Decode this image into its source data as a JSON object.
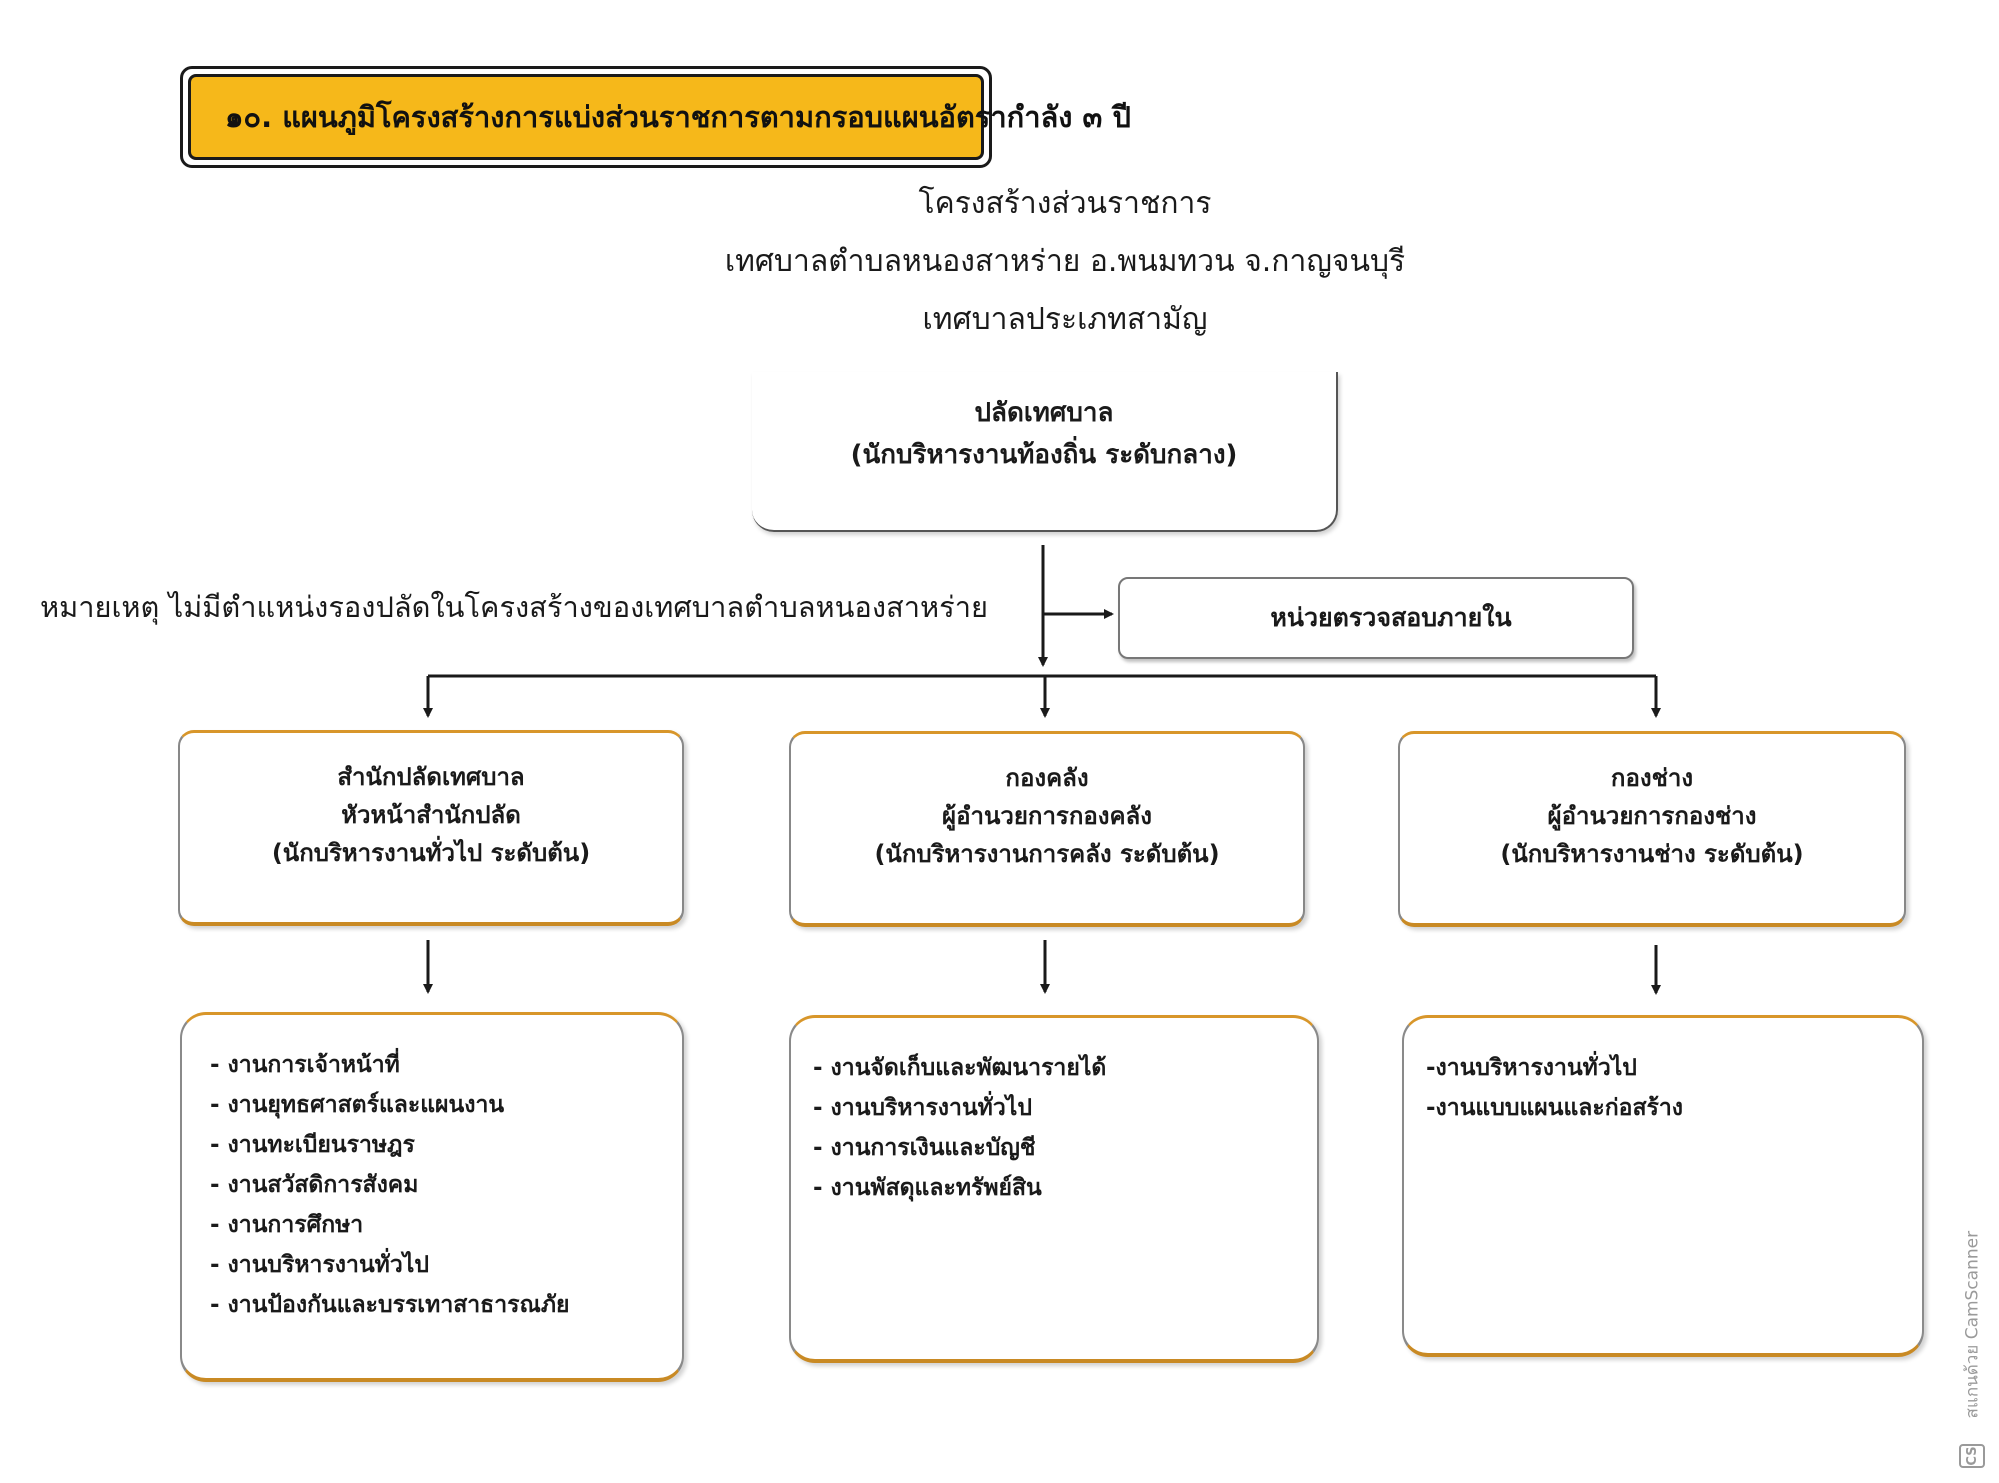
{
  "heading": "๑๐. แผนภูมิโครงสร้างการแบ่งส่วนราชการตามกรอบแผนอัตรากำลัง ๓ ปี",
  "title": {
    "line1": "โครงสร้างส่วนราชการ",
    "line2": "เทศบาลตำบลหนองสาหร่าย   อ.พนมทวน   จ.กาญจนบุรี",
    "line3": "เทศบาลประเภทสามัญ"
  },
  "top_box": {
    "title": "ปลัดเทศบาล",
    "subtitle": "(นักบริหารงานท้องถิ่น  ระดับกลาง)"
  },
  "note": "หมายเหตุ  ไม่มีตำแหน่งรองปลัดในโครงสร้างของเทศบาลตำบลหนองสาหร่าย",
  "audit_unit": "หน่วยตรวจสอบภายใน",
  "divisions": [
    {
      "name": "สำนักปลัดเทศบาล",
      "head": "หัวหน้าสำนักปลัด",
      "rank": "(นักบริหารงานทั่วไป   ระดับต้น)",
      "tasks": [
        "- งานการเจ้าหน้าที่",
        "- งานยุทธศาสตร์และแผนงาน",
        "- งานทะเบียนราษฎร",
        "- งานสวัสดิการสังคม",
        "- งานการศึกษา",
        "- งานบริหารงานทั่วไป",
        "- งานป้องกันและบรรเทาสาธารณภัย"
      ]
    },
    {
      "name": "กองคลัง",
      "head": "ผู้อำนวยการกองคลัง",
      "rank": "(นักบริหารงานการคลัง  ระดับต้น)",
      "tasks": [
        "- งานจัดเก็บและพัฒนารายได้",
        "- งานบริหารงานทั่วไป",
        "- งานการเงินและบัญชี",
        "- งานพัสดุและทรัพย์สิน"
      ]
    },
    {
      "name": "กองช่าง",
      "head": "ผู้อำนวยการกองช่าง",
      "rank": "(นักบริหารงานช่าง  ระดับต้น)",
      "tasks": [
        "-งานบริหารงานทั่วไป",
        "-งานแบบแผนและก่อสร้าง"
      ]
    }
  ],
  "watermark": {
    "text": "สแกนด้วย CamScanner",
    "logo": "CS"
  },
  "colors": {
    "heading_fill": "#f6b81a",
    "box_accent": "#d8962a",
    "line": "#1a1a1a"
  }
}
